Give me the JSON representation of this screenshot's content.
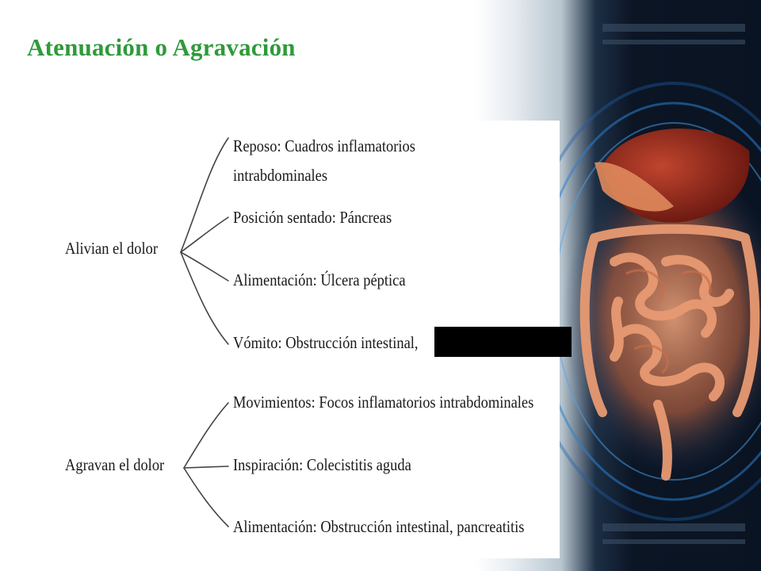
{
  "slide": {
    "title": "Atenuación o Agravación"
  },
  "groups": [
    {
      "root": "Alivian el dolor",
      "items": [
        "Reposo: Cuadros inflamatorios intrabdominales",
        "Posición sentado: Páncreas",
        "Alimentación: Úlcera péptica",
        "Vómito: Obstrucción intestinal,"
      ]
    },
    {
      "root": "Agravan el dolor",
      "items": [
        "Movimientos: Focos inflamatorios intrabdominales",
        "Inspiración: Colecistitis aguda",
        "Alimentación: Obstrucción intestinal, pancreatitis"
      ]
    }
  ],
  "colors": {
    "title": "#2f9a3a",
    "text": "#1a1a1a",
    "lines": "#444444"
  },
  "image": {
    "name": "abdominal-organs-illustration"
  }
}
